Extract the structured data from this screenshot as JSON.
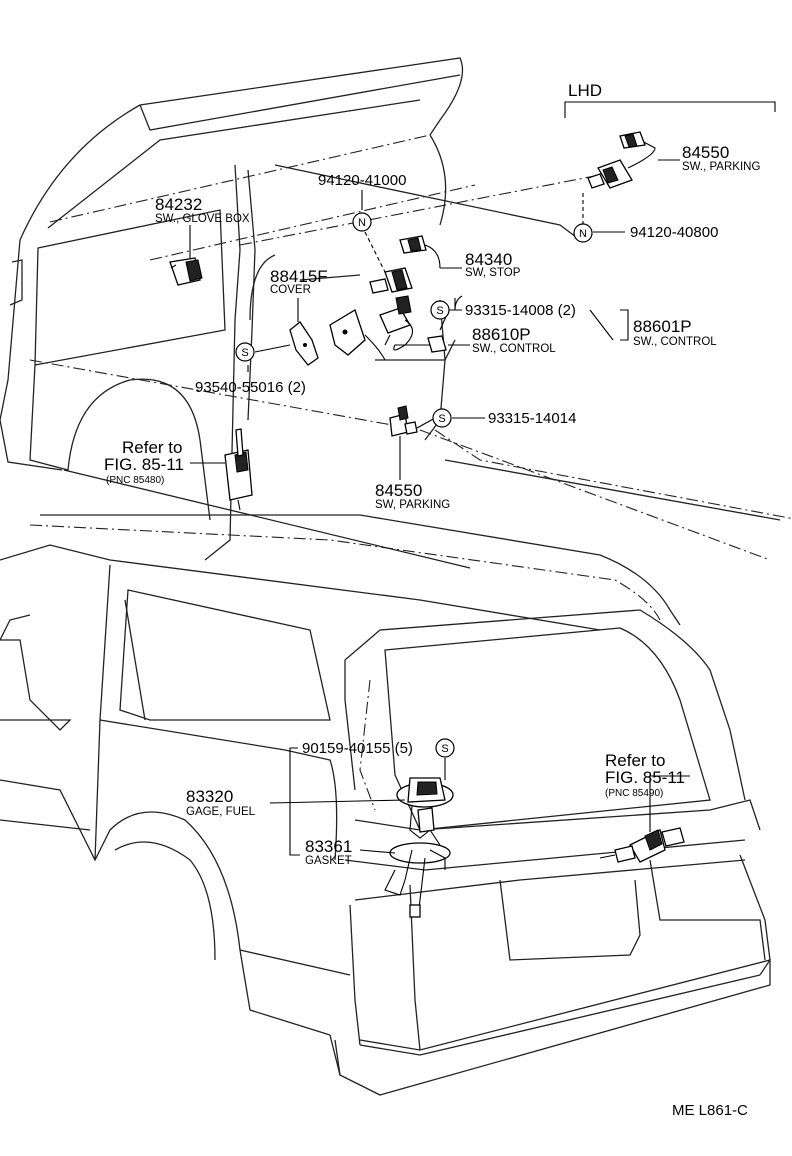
{
  "region_label": "LHD",
  "footer_code": "ME  L861-C",
  "marker_s": "S",
  "marker_n": "N",
  "callouts": {
    "p84550_top": {
      "number": "84550",
      "name": "SW., PARKING"
    },
    "p94120_40800": {
      "number": "94120-40800"
    },
    "p94120_41000": {
      "number": "94120-41000"
    },
    "p84232": {
      "number": "84232",
      "name": "SW., GLOVE BOX"
    },
    "p84340": {
      "number": "84340",
      "name": "SW, STOP"
    },
    "p88415F": {
      "number": "88415F",
      "name": "COVER"
    },
    "p93315_14008": {
      "number": "93315-14008 (2)"
    },
    "p88601P": {
      "number": "88601P",
      "name": "SW., CONTROL"
    },
    "p88610P": {
      "number": "88610P",
      "name": "SW., CONTROL"
    },
    "p93540_55016": {
      "number": "93540-55016 (2)"
    },
    "p93315_14014": {
      "number": "93315-14014"
    },
    "p84550_bottom": {
      "number": "84550",
      "name": "SW, PARKING"
    },
    "ref_left": {
      "line1": "Refer to",
      "line2": "FIG. 85-11",
      "line3": "(PNC 85480)"
    },
    "p90159_40155": {
      "number": "90159-40155 (5)"
    },
    "p83320": {
      "number": "83320",
      "name": "GAGE, FUEL"
    },
    "p83361": {
      "number": "83361",
      "name": "GASKET"
    },
    "ref_right": {
      "line1": "Refer to",
      "line2": "FIG. 85-11",
      "line3": "(PNC 85490)"
    }
  }
}
